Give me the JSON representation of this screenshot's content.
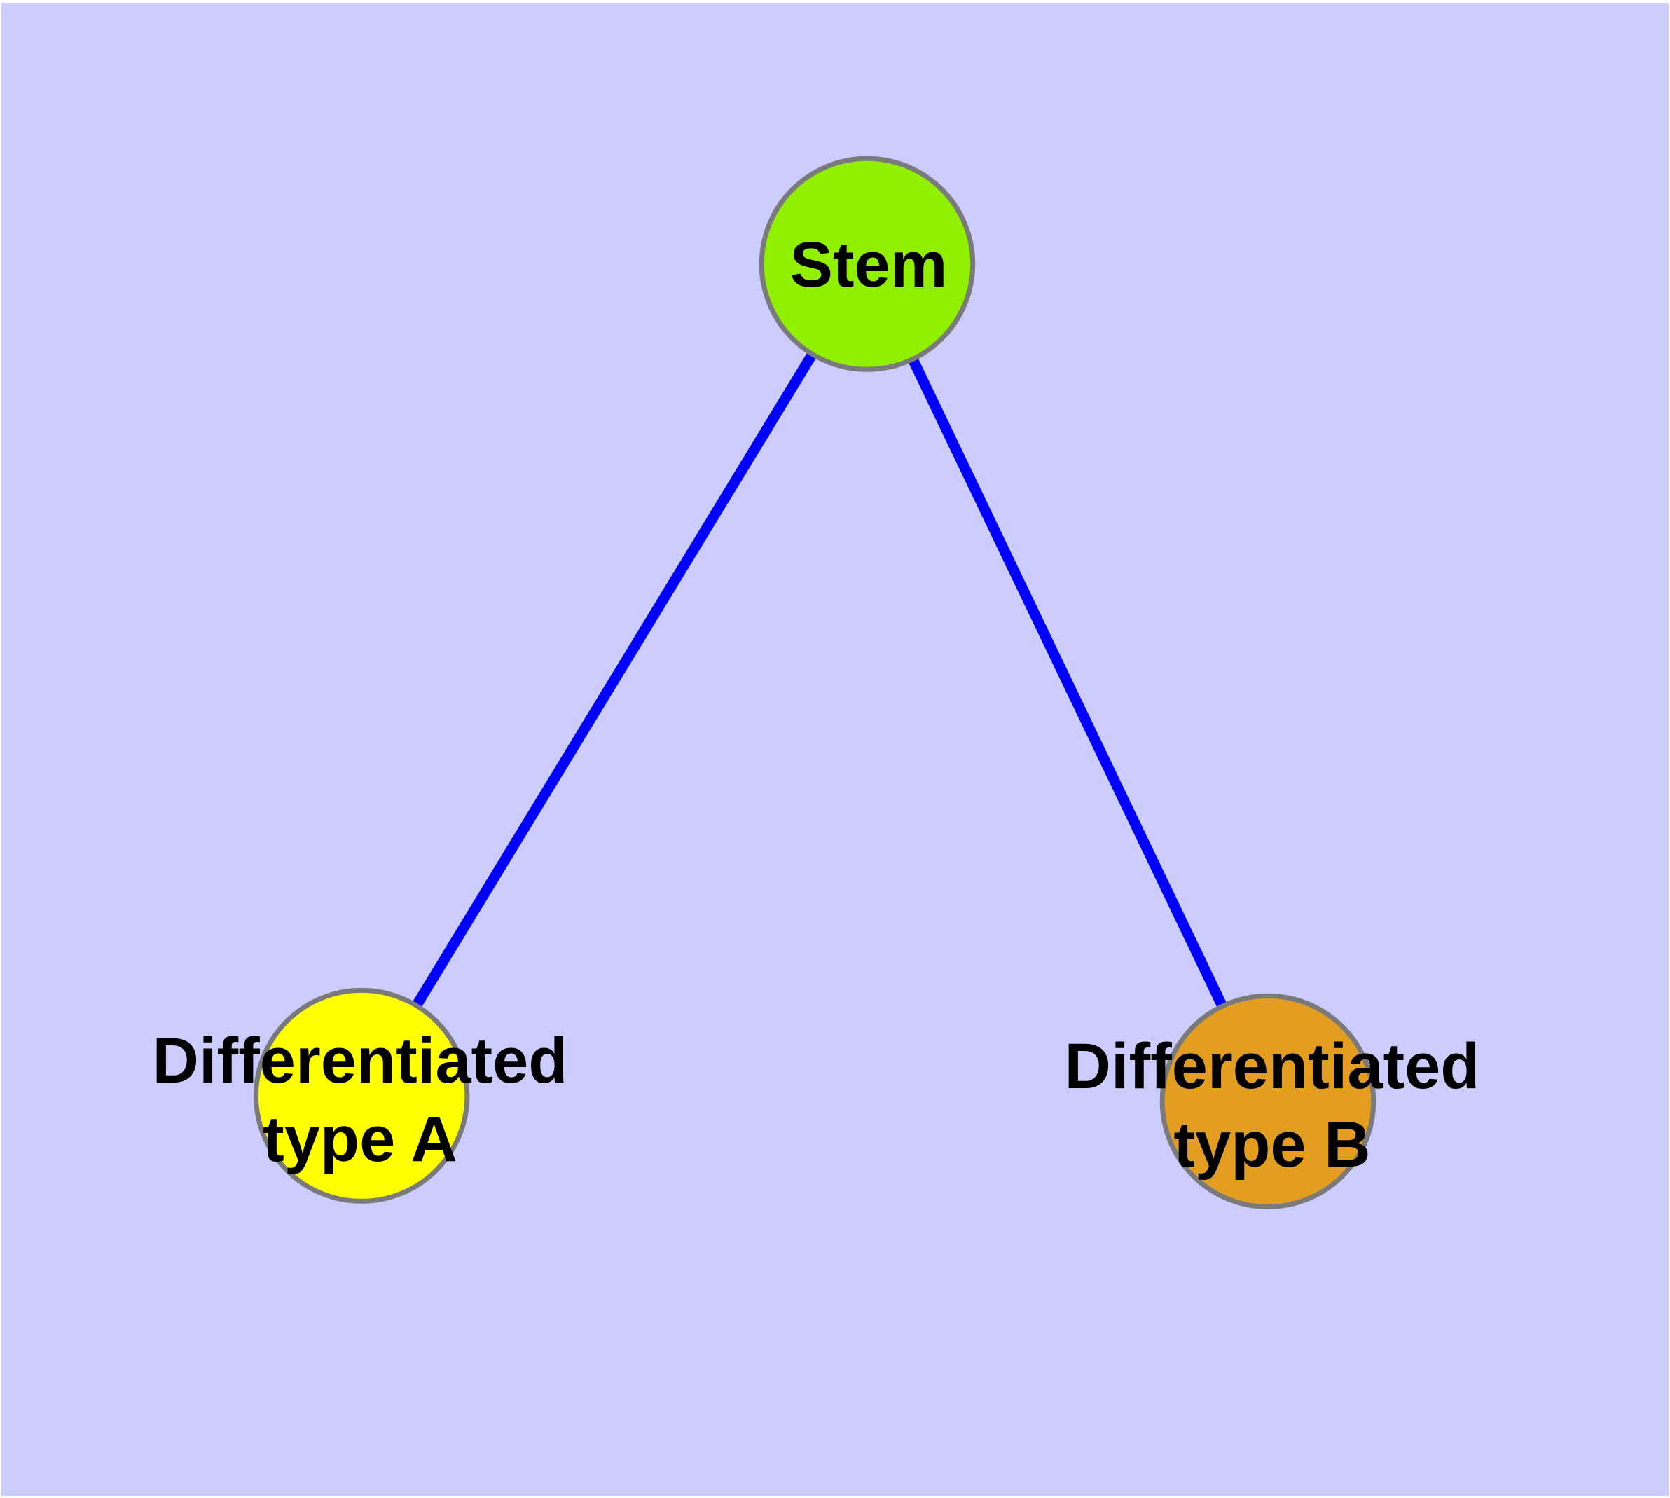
{
  "diagram": {
    "background": "#CCCCFF",
    "page_margin_color": "#FFFFFF",
    "edge_color": "#0000FF",
    "edge_width": 15,
    "node_border_color": "#7A7A7A",
    "node_border_width": 7,
    "node_radius": 151,
    "label_color": "#000000",
    "nodes": {
      "stem": {
        "id": "stem",
        "label": "Stem",
        "color": "#90F000"
      },
      "typeA": {
        "id": "typeA",
        "label": "Differentiated\ntype A",
        "color": "#FFFF00"
      },
      "typeB": {
        "id": "typeB",
        "label": "Differentiated\ntype B",
        "color": "#E39E21"
      }
    },
    "edges": [
      {
        "from": "stem",
        "to": "typeA"
      },
      {
        "from": "stem",
        "to": "typeB"
      }
    ]
  }
}
